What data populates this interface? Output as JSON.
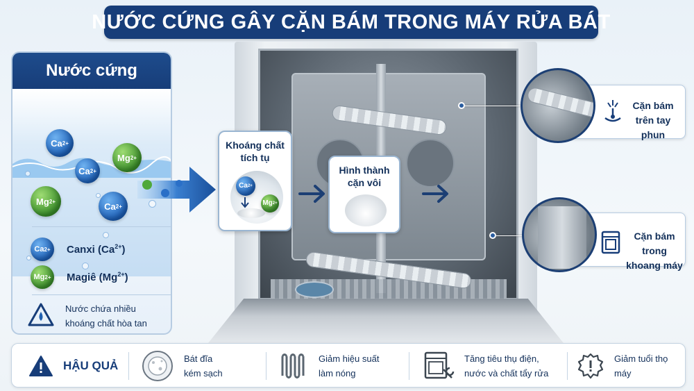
{
  "title": "NƯỚC CỨNG GÂY CẶN BÁM TRONG MÁY RỬA BÁT",
  "hard_water": {
    "header": "Nước cứng",
    "ions": [
      {
        "symbol": "Ca",
        "charge": "2+",
        "kind": "ca"
      },
      {
        "symbol": "Mg",
        "charge": "2+",
        "kind": "mg"
      },
      {
        "symbol": "Ca",
        "charge": "2+",
        "kind": "ca"
      },
      {
        "symbol": "Mg",
        "charge": "2+",
        "kind": "mg"
      },
      {
        "symbol": "Ca",
        "charge": "2+",
        "kind": "ca"
      }
    ],
    "legend": [
      {
        "symbol": "Ca",
        "charge": "2+",
        "label": "Canxi (Ca",
        "label_sup": "2+",
        "label_end": ")"
      },
      {
        "symbol": "Mg",
        "charge": "2+",
        "label": "Magiê (Mg",
        "label_sup": "2+",
        "label_end": ")"
      }
    ],
    "note_line1": "Nước chứa nhiều",
    "note_line2": "khoáng chất hòa tan"
  },
  "step_accumulate": {
    "line1": "Khoáng chất",
    "line2": "tích tụ",
    "ion_ca": "Ca",
    "ion_ca_charge": "2+",
    "ion_mg": "Mg",
    "ion_mg_charge": "2+"
  },
  "step_scale": {
    "line1": "Hình thành",
    "line2": "cặn vôi"
  },
  "callouts": [
    {
      "line1": "Cặn bám",
      "line2": "trên tay phun",
      "icon": "spray-arm-icon"
    },
    {
      "line1": "Cặn bám trong",
      "line2": "khoang máy",
      "icon": "oven-cavity-icon"
    }
  ],
  "consequences": {
    "label": "HẬU QUẢ",
    "items": [
      {
        "line1": "Bát đĩa",
        "line2": "kém sạch",
        "icon": "plate-icon"
      },
      {
        "line1": "Giảm hiệu suất",
        "line2": "làm nóng",
        "icon": "heating-element-icon"
      },
      {
        "line1": "Tăng tiêu thụ điện,",
        "line2": "nước và chất tẩy rửa",
        "icon": "dishwasher-wrench-icon"
      },
      {
        "line1": "Giảm tuổi thọ",
        "line2": "máy",
        "icon": "gear-warning-icon"
      }
    ]
  },
  "colors": {
    "navy": "#173d79",
    "ca_blue": "#1c5fb8",
    "mg_green": "#3a8f2a",
    "arrow_blue": "#1f5fb0"
  }
}
